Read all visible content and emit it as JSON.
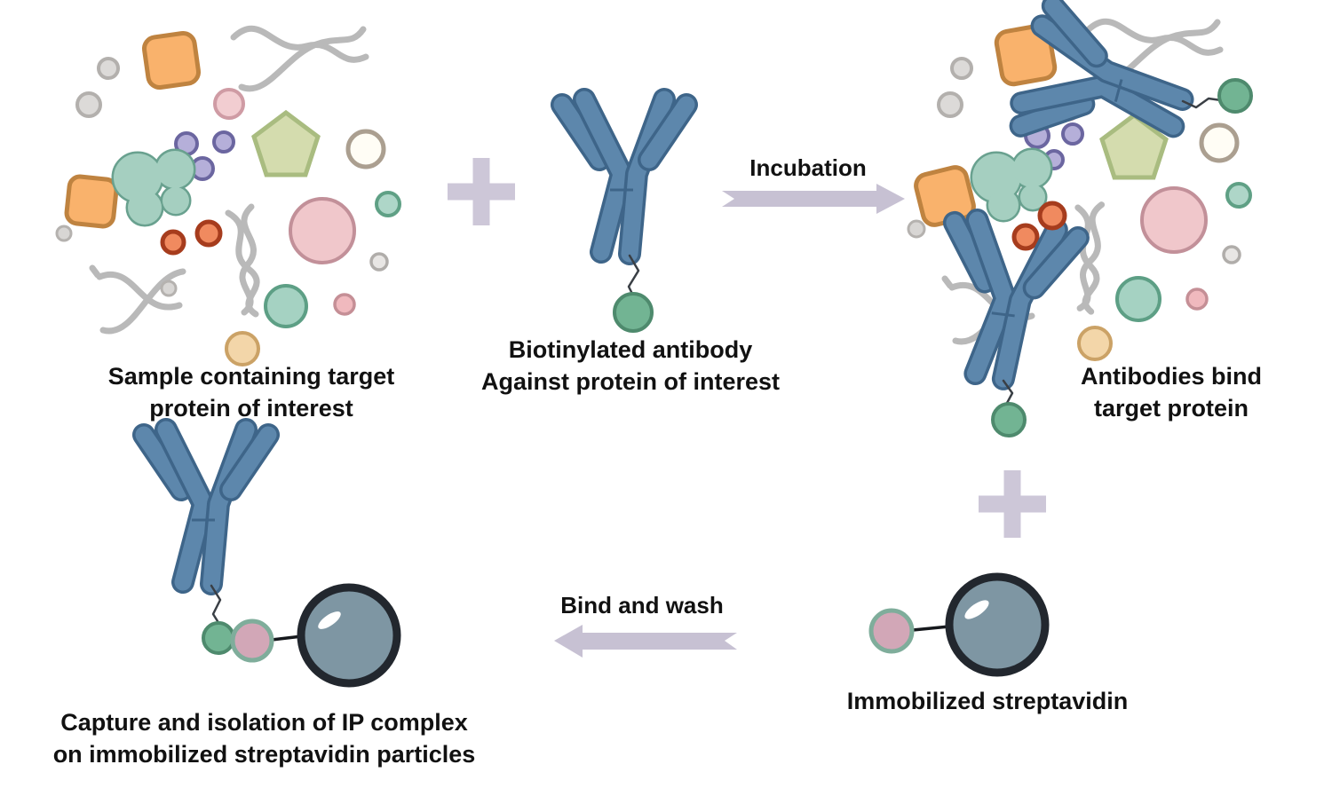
{
  "captions": {
    "sample_line1": "Sample containing target",
    "sample_line2": "protein of interest",
    "biotinylated_line1": "Biotinylated antibody",
    "biotinylated_line2": "Against protein of interest",
    "incubation": "Incubation",
    "bound_line1": "Antibodies bind",
    "bound_line2": "target protein",
    "bind_wash": "Bind and wash",
    "immobilized": "Immobilized streptavidin",
    "capture_line1": "Capture and isolation of IP complex",
    "capture_line2": "on immobilized streptavidin particles"
  },
  "icons": {
    "plus_icon": "+",
    "incubation_arrow_icon": "→",
    "bind_wash_arrow_icon": "←"
  },
  "colors": {
    "antibody_blue": "#5d87ac",
    "antibody_border": "#3e6589",
    "biotin_green": "#72b493",
    "biotin_border": "#4e8a6d",
    "strep_pink": "#d2a7b7",
    "strep_border": "#7fad9b",
    "bead_fill": "#7e96a3",
    "bead_border": "#22272e",
    "target_orange": "#f9b26c",
    "target_orange_border": "#bf8340",
    "plus_lavender": "#cdc7d8",
    "arrow_lavender": "#c7c1d3",
    "text": "#111111"
  }
}
